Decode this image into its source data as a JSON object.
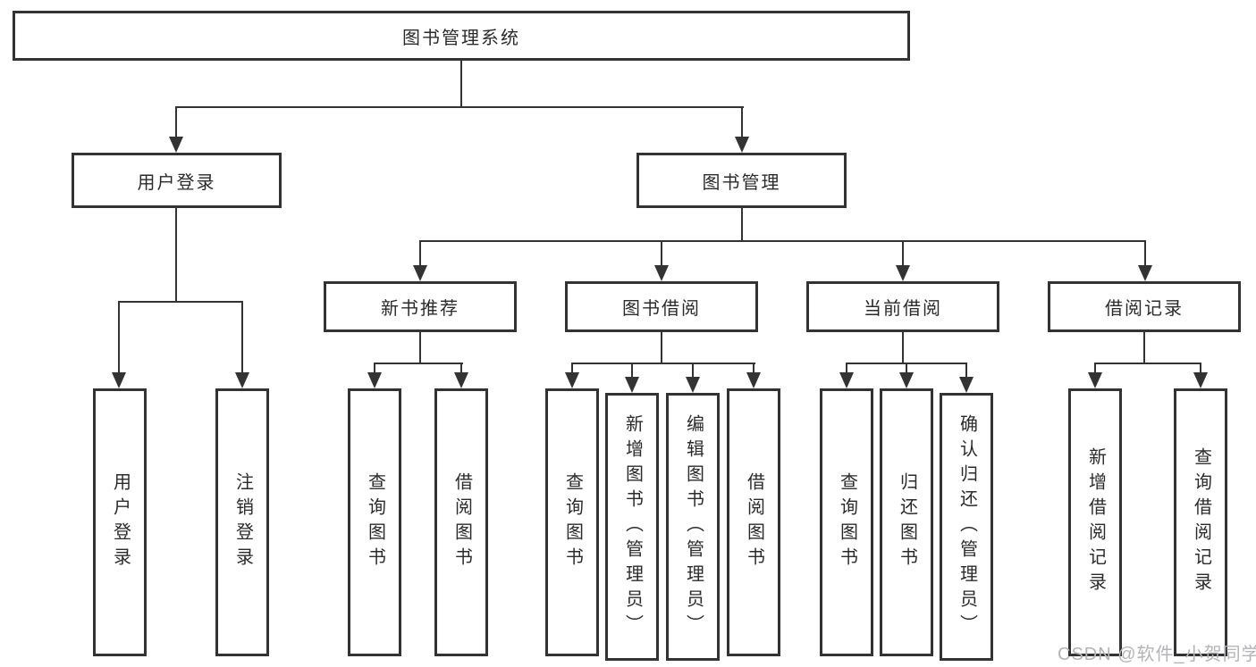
{
  "diagram": {
    "root": {
      "label": "图书管理系统"
    },
    "branches": [
      {
        "label": "用户登录",
        "children": [
          {
            "label": "用户登录"
          },
          {
            "label": "注销登录"
          }
        ]
      },
      {
        "label": "图书管理",
        "children": [
          {
            "label": "新书推荐",
            "children": [
              {
                "label": "查询图书"
              },
              {
                "label": "借阅图书"
              }
            ]
          },
          {
            "label": "图书借阅",
            "children": [
              {
                "label": "查询图书"
              },
              {
                "label": "新增图书（管理员）"
              },
              {
                "label": "编辑图书（管理员）"
              },
              {
                "label": "借阅图书"
              }
            ]
          },
          {
            "label": "当前借阅",
            "children": [
              {
                "label": "查询图书"
              },
              {
                "label": "归还图书"
              },
              {
                "label": "确认归还（管理员）"
              }
            ]
          },
          {
            "label": "借阅记录",
            "children": [
              {
                "label": "新增借阅记录"
              },
              {
                "label": "查询借阅记录"
              }
            ]
          }
        ]
      }
    ]
  },
  "watermark": {
    "text": "CSDN @软件_小贺同学"
  },
  "colors": {
    "line": "#333333",
    "box_border": "#333333",
    "text": "#2b2b2b",
    "watermark": "#b4b4b8",
    "background": "#ffffff"
  }
}
